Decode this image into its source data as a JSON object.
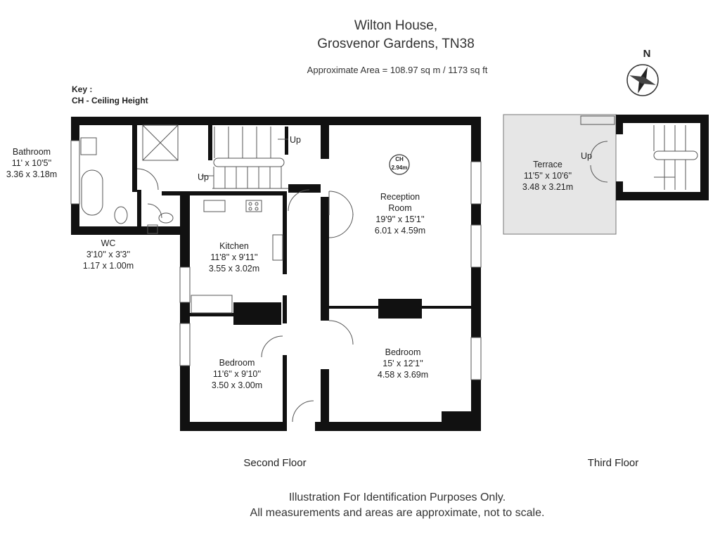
{
  "header": {
    "title_line1": "Wilton House,",
    "title_line2": "Grosvenor Gardens, TN38",
    "area": "Approximate Area =  108.97 sq m / 1173 sq ft"
  },
  "key": {
    "heading": "Key :",
    "entry": "CH - Ceiling Height"
  },
  "compass": {
    "label": "N"
  },
  "rooms": {
    "bathroom": {
      "name": "Bathroom",
      "imperial": "11' x 10'5''",
      "metric": "3.36 x 3.18m"
    },
    "wc": {
      "name": "WC",
      "imperial": "3'10'' x 3'3''",
      "metric": "1.17 x 1.00m"
    },
    "kitchen": {
      "name": "Kitchen",
      "imperial": "11'8'' x 9'11''",
      "metric": "3.55 x 3.02m"
    },
    "reception": {
      "name_line1": "Reception",
      "name_line2": "Room",
      "imperial": "19'9'' x 15'1''",
      "metric": "6.01 x 4.59m"
    },
    "bedroom1": {
      "name": "Bedroom",
      "imperial": "11'6'' x 9'10''",
      "metric": "3.50 x 3.00m"
    },
    "bedroom2": {
      "name": "Bedroom",
      "imperial": "15' x 12'1''",
      "metric": "4.58 x 3.69m"
    },
    "terrace": {
      "name": "Terrace",
      "imperial": "11'5'' x 10'6''",
      "metric": "3.48 x 3.21m"
    }
  },
  "ceiling_badge": {
    "label": "CH",
    "value": "2.94m"
  },
  "stairs": {
    "up_label": "Up"
  },
  "floors": {
    "second": "Second Floor",
    "third": "Third Floor"
  },
  "disclaimer": {
    "line1": "Illustration For Identification Purposes Only.",
    "line2": "All measurements and areas are approximate, not to scale."
  },
  "colors": {
    "wall": "#111111",
    "terrace_fill": "#e6e6e6",
    "line": "#555555"
  }
}
